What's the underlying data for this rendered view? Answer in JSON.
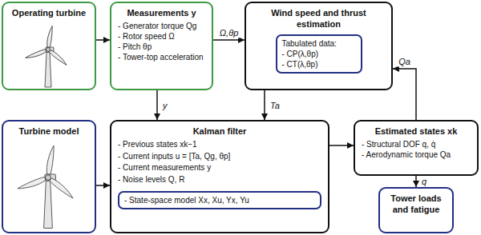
{
  "diagram": {
    "nodes": [
      {
        "text": [
          "Operating turbine"
        ]
      },
      {
        "text": [
          "Measurements y",
          "- Generator torque Qg",
          "- Rotor speed Ω",
          "- Pitch θp",
          "- Tower-top acceleration"
        ]
      },
      {
        "text": [
          "Wind speed and thrust estimation"
        ]
      },
      {
        "text": [
          "Tabulated data:",
          "- CP(λ,θp)",
          "- CT(λ,θp)"
        ],
        "in": 2
      },
      {
        "text": [
          "Turbine model"
        ]
      },
      {
        "text": [
          "Kalman filter",
          "- Previous states xk−1",
          "- Current inputs u = [Ta, Qg, θp]",
          "- Current measurements y",
          "- Noise levels Q, R"
        ]
      },
      {
        "text": [
          "- State-space model Xx, Xu, Yx, Yu"
        ],
        "in": 5
      },
      {
        "text": [
          "Estimated states xk",
          "- Structural DOF q, q̇",
          "- Aerodynamic torque Qa"
        ]
      },
      {
        "text": [
          "Tower loads and fatigue"
        ]
      }
    ],
    "edges": [
      {
        "from": 0,
        "to": 1,
        "arrow": "to"
      },
      {
        "from": 1,
        "to": 2,
        "label": "Ω,θp",
        "arrow": "to"
      },
      {
        "from": 1,
        "to": 5,
        "label": "y",
        "arrow": "to"
      },
      {
        "from": 2,
        "to": 5,
        "label": "Ta",
        "arrow": "to"
      },
      {
        "from": 4,
        "to": 5,
        "arrow": "to"
      },
      {
        "from": 5,
        "to": 7,
        "arrow": "to"
      },
      {
        "from": 7,
        "to": 2,
        "label": "Qa",
        "arrow": "to"
      },
      {
        "from": 7,
        "to": 8,
        "label": "q",
        "arrow": "to"
      }
    ]
  }
}
